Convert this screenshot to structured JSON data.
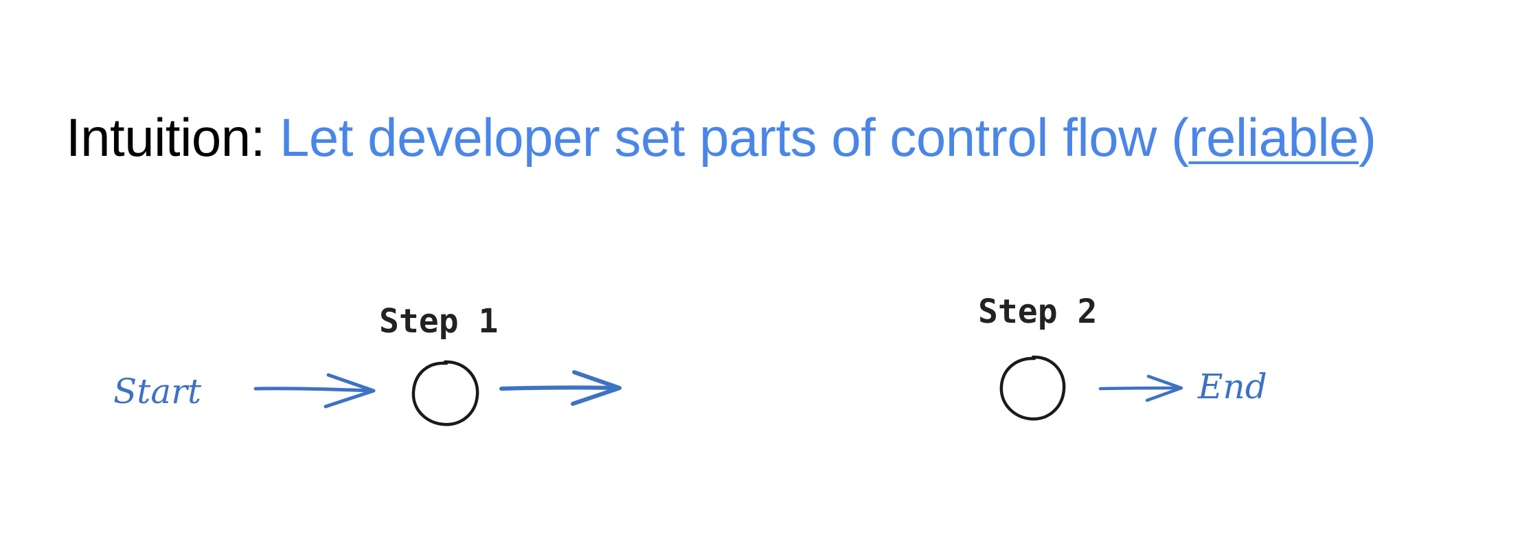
{
  "title": {
    "prefix": "Intuition:",
    "accent_text": "Let developer set parts of control flow (",
    "link_text": "reliable",
    "suffix": ")"
  },
  "diagram": {
    "start_label": "Start",
    "end_label": "End",
    "steps": [
      {
        "label": "Step 1"
      },
      {
        "label": "Step 2"
      }
    ]
  },
  "colors": {
    "accent": "#4a86e8",
    "sketch_blue": "#3d72c4",
    "ink": "#222222"
  }
}
